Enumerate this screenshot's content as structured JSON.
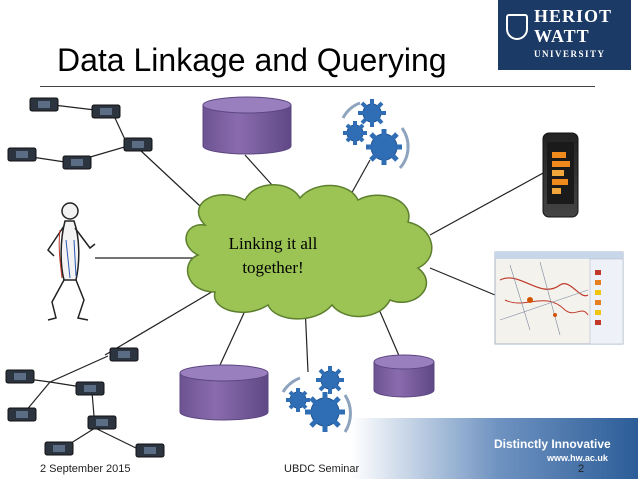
{
  "slide": {
    "title": "Data Linkage and Querying",
    "cloud_text_line1": "Linking it all",
    "cloud_text_line2": "together!"
  },
  "logo": {
    "line1": "HERIOT",
    "line2": "WATT",
    "line3": "UNIVERSITY"
  },
  "footer": {
    "date": "2 September 2015",
    "center": "UBDC Seminar",
    "page_number": "2",
    "tagline": "Distinctly Innovative",
    "url": "www.hw.ac.uk"
  },
  "colors": {
    "cloud_fill": "#9bc455",
    "cloud_stroke": "#5d7f2e",
    "database_fill": "#8064a2",
    "database_stroke": "#5c4780",
    "gear_fill": "#2f6db5",
    "logo_bg": "#1b3a66",
    "footer_bg": "#3f6fa8"
  },
  "icons": [
    "sensor-device-icon",
    "jogger-figure-icon",
    "database-icon",
    "gears-icon",
    "smartphone-icon",
    "map-screenshot-icon",
    "university-crest-icon"
  ]
}
